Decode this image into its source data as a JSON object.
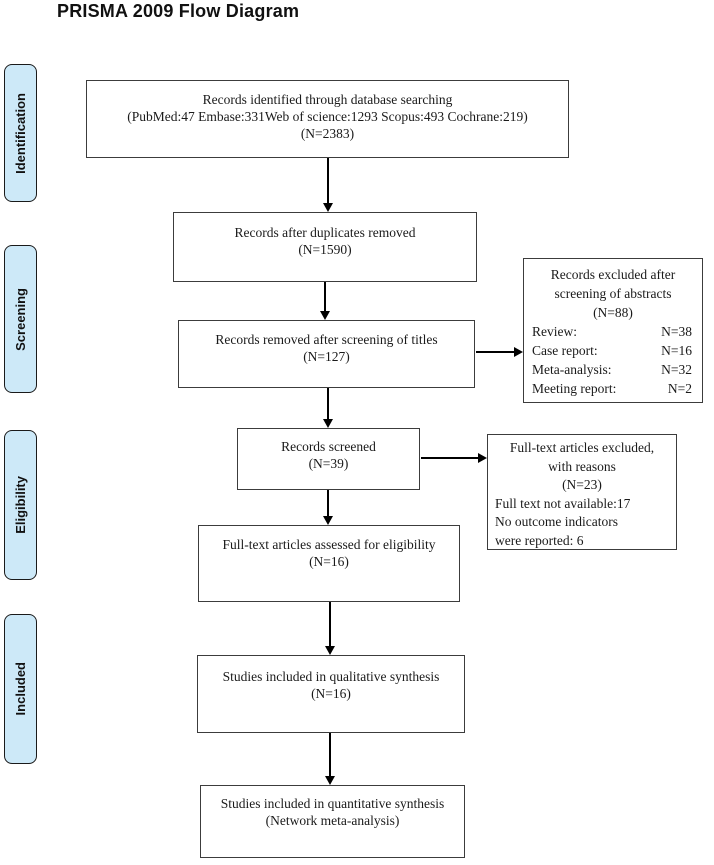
{
  "title": "PRISMA 2009 Flow Diagram",
  "stages": [
    {
      "label": "Identification"
    },
    {
      "label": "Screening"
    },
    {
      "label": "Eligibility"
    },
    {
      "label": "Included"
    }
  ],
  "flow_boxes": {
    "records_identified": {
      "lines": [
        "Records identified through database searching",
        "(PubMed:47 Embase:331Web of science:1293 Scopus:493 Cochrane:219)",
        "(N=2383)"
      ]
    },
    "duplicates_removed": {
      "lines": [
        "Records after duplicates removed",
        "(N=1590)"
      ]
    },
    "titles_screening": {
      "lines": [
        "Records removed after screening of titles",
        "(N=127)"
      ]
    },
    "records_screened": {
      "lines": [
        "Records screened",
        "(N=39)"
      ]
    },
    "fulltext_assessed": {
      "lines": [
        "Full-text articles assessed for eligibility",
        "(N=16)"
      ]
    },
    "qualitative_synthesis": {
      "lines": [
        "Studies included in qualitative synthesis",
        "(N=16)"
      ]
    },
    "quantitative_synthesis": {
      "lines": [
        "Studies included in quantitative synthesis",
        "(Network meta-analysis)"
      ]
    }
  },
  "side_boxes": {
    "excluded_abstracts": {
      "heading": [
        "Records excluded after",
        "screening of abstracts",
        "(N=88)"
      ],
      "reasons": [
        {
          "label": "Review:",
          "value": "N=38"
        },
        {
          "label": "Case report:",
          "value": "N=16"
        },
        {
          "label": "Meta-analysis:",
          "value": "N=32"
        },
        {
          "label": "Meeting report:",
          "value": "N=2"
        }
      ]
    },
    "excluded_fulltext": {
      "heading": [
        "Full-text articles excluded,",
        "with reasons",
        "(N=23)"
      ],
      "reasons": [
        "Full text not available:17",
        "No outcome indicators",
        "were reported: 6"
      ]
    }
  },
  "colors": {
    "stage_fill": "#cde9f8",
    "stage_border": "#1a1a1a",
    "box_border": "#3c3c3c",
    "arrow": "#000000",
    "text": "#1a1a1a"
  }
}
